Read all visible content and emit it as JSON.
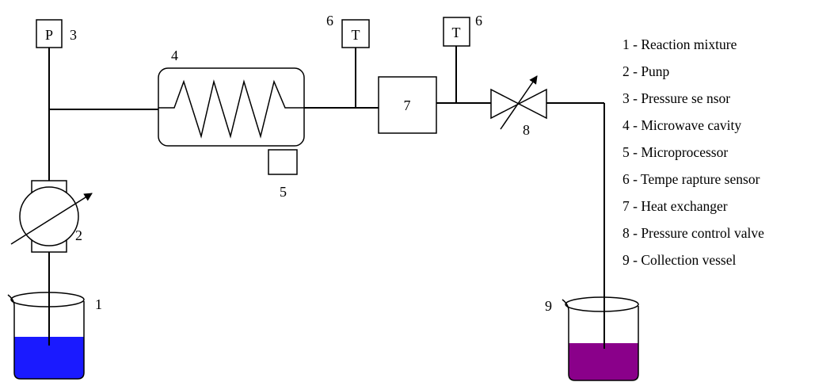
{
  "components": {
    "pressure_sensor": {
      "symbol": "P",
      "number": "3"
    },
    "pump": {
      "number": "2"
    },
    "microwave_cavity": {
      "number": "4"
    },
    "microprocessor": {
      "number": "5"
    },
    "temp_sensor_left": {
      "symbol": "T",
      "number": "6"
    },
    "temp_sensor_right": {
      "symbol": "T",
      "number": "6"
    },
    "heat_exchanger": {
      "number": "7"
    },
    "pressure_control_valve": {
      "number": "8"
    },
    "reaction_beaker": {
      "number": "1",
      "liquid_color": "#1a1aff"
    },
    "collection_beaker": {
      "number": "9",
      "liquid_color": "#8a008a"
    }
  },
  "legend": [
    "1 - Reaction mixture",
    "2 - Punp",
    "3 - Pressure se nsor",
    "4 - Microwave cavity",
    "5 - Microprocessor",
    "6 - Tempe rapture sensor",
    "7 - Heat exchanger",
    "8 - Pressure control valve",
    "9 - Collection vessel"
  ]
}
